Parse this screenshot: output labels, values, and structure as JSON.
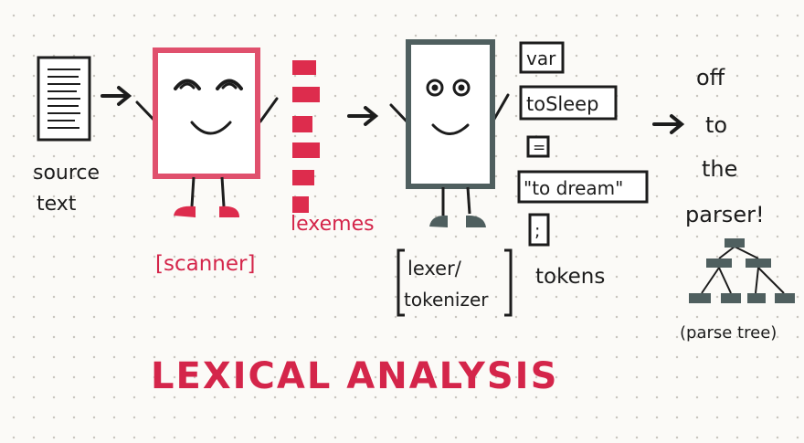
{
  "colors": {
    "scanner_red": "#e0506d",
    "lexeme_red": "#dd2c4d",
    "title_red": "#d4254a",
    "lexer_gray": "#4f5f5f",
    "ink": "#1c1c1c",
    "paper": "#fbfaf7",
    "dot_grid": "#c9c6c0"
  },
  "source": {
    "label_line1": "source",
    "label_line2": "text",
    "icon": "document-icon"
  },
  "scanner": {
    "label": "[scanner]",
    "icon": "scanner-character"
  },
  "lexemes": {
    "label": "lexemes",
    "count": 6
  },
  "lexer": {
    "label_line1": "lexer/",
    "label_line2": "tokenizer",
    "icon": "lexer-character"
  },
  "tokens": {
    "label": "tokens",
    "items": [
      "var",
      "toSleep",
      "=",
      "\"to dream\"",
      ";"
    ]
  },
  "parser": {
    "line1": "off",
    "line2": "to",
    "line3": "the",
    "line4": "parser!",
    "tree_label": "(parse tree)",
    "icon": "parse-tree-icon"
  },
  "title": "LEXICAL ANALYSIS"
}
